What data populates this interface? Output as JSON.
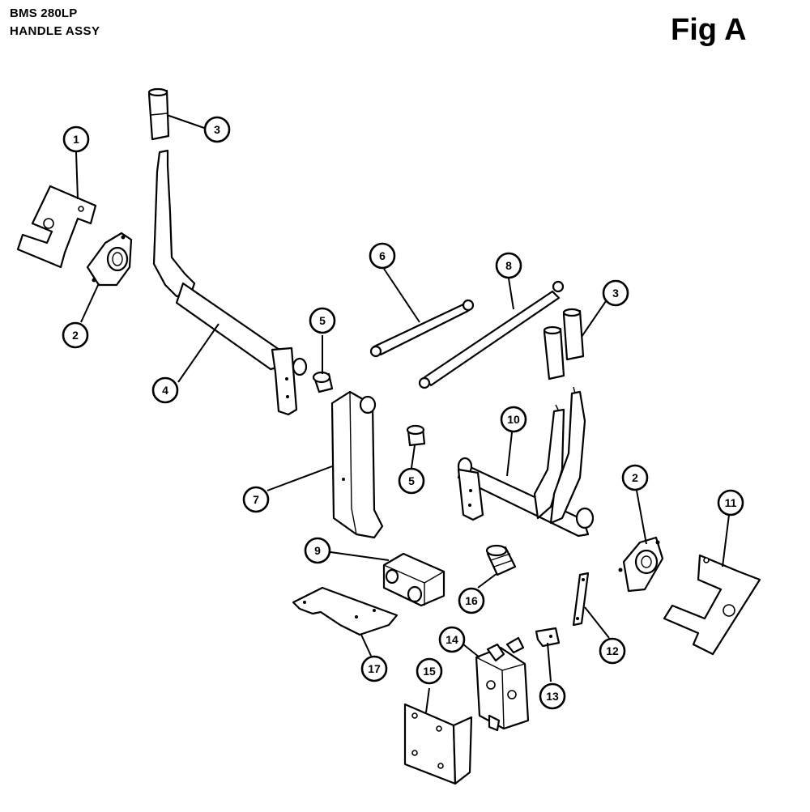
{
  "header": {
    "model": "BMS 280LP",
    "assembly": "HANDLE ASSY"
  },
  "figure": {
    "label": "Fig A"
  },
  "callouts": [
    {
      "id": "c1",
      "label": "1"
    },
    {
      "id": "c2a",
      "label": "2"
    },
    {
      "id": "c3a",
      "label": "3"
    },
    {
      "id": "c4",
      "label": "4"
    },
    {
      "id": "c5a",
      "label": "5"
    },
    {
      "id": "c6",
      "label": "6"
    },
    {
      "id": "c8",
      "label": "8"
    },
    {
      "id": "c3b",
      "label": "3"
    },
    {
      "id": "c7",
      "label": "7"
    },
    {
      "id": "c5b",
      "label": "5"
    },
    {
      "id": "c10",
      "label": "10"
    },
    {
      "id": "c2b",
      "label": "2"
    },
    {
      "id": "c11",
      "label": "11"
    },
    {
      "id": "c9",
      "label": "9"
    },
    {
      "id": "c16",
      "label": "16"
    },
    {
      "id": "c17",
      "label": "17"
    },
    {
      "id": "c14",
      "label": "14"
    },
    {
      "id": "c15",
      "label": "15"
    },
    {
      "id": "c13",
      "label": "13"
    },
    {
      "id": "c12",
      "label": "12"
    }
  ]
}
